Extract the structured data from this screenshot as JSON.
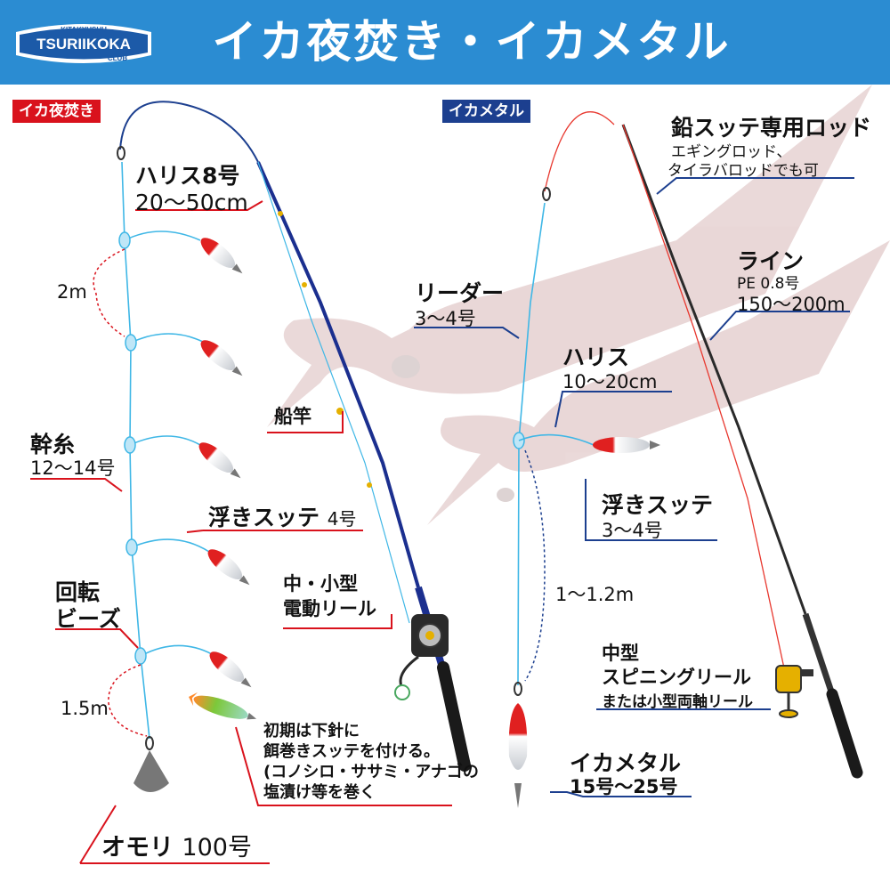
{
  "header": {
    "title": "イカ夜焚き・イカメタル",
    "logo_top": "KITAKYUSHU",
    "logo_main": "TSURIIKOKA",
    "logo_sub": "CLUB",
    "background": "#2b8cd2"
  },
  "colors": {
    "red_accent": "#d9121c",
    "navy_accent": "#1c3f8f",
    "line_cyan": "#3fb7e6",
    "rod_blue": "#1b2f8f",
    "metal_line_red": "#e8382f"
  },
  "left_panel": {
    "badge": "イカ夜焚き",
    "harisu": {
      "title": "ハリス8号",
      "size": "20〜50cm"
    },
    "spacing_top": "2m",
    "mikiito": {
      "title": "幹糸",
      "size": "12〜14号"
    },
    "sutte": {
      "name": "浮きスッテ",
      "size": "4号"
    },
    "kaiten": {
      "line1": "回転",
      "line2": "ビーズ"
    },
    "spacing_bottom": "1.5m",
    "rod": "船竿",
    "reel": {
      "line1": "中・小型",
      "line2": "電動リール"
    },
    "note": "初期は下針に\n餌巻きスッテを付ける。\n(コノシロ・ササミ・アナゴの\n塩漬け等を巻く",
    "sinker": {
      "name": "オモリ",
      "size": "100号"
    }
  },
  "right_panel": {
    "badge": "イカメタル",
    "rod": {
      "title": "鉛スッテ専用ロッド",
      "sub1": "エギングロッド、",
      "sub2": "タイラバロッドでも可"
    },
    "line": {
      "title": "ライン",
      "pe": "PE 0.8号",
      "length": "150〜200m"
    },
    "leader": {
      "title": "リーダー",
      "size": "3〜4号"
    },
    "harisu": {
      "title": "ハリス",
      "size": "10〜20cm"
    },
    "sutte": {
      "name": "浮きスッテ",
      "size": "3〜4号"
    },
    "spacing": "1〜1.2m",
    "reel": {
      "line1": "中型",
      "line2": "スピニングリール",
      "line3": "または小型両軸リール"
    },
    "metal": {
      "name": "イカメタル",
      "size": "15号〜25号"
    }
  }
}
